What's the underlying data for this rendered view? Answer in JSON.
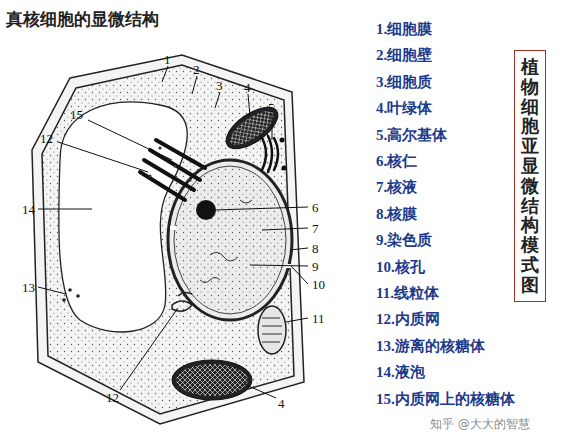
{
  "diagram": {
    "title": "真核细胞的显微结构",
    "nodes": [
      {
        "text": [
          "植物细胞亚显微结构模式图"
        ]
      }
    ],
    "labels": [
      "1",
      "2",
      "3",
      "4",
      "5",
      "15",
      "12",
      "14",
      "13",
      "6",
      "7",
      "8",
      "9",
      "10",
      "11",
      "12",
      "4",
      "1.细胞膜",
      "2.细胞壁",
      "3.细胞质",
      "4.叶绿体",
      "5.高尔基体",
      "6.核仁",
      "7.核液",
      "8.核膜",
      "9.染色质",
      "10.核孔",
      "11.线粒体",
      "12.内质网",
      "13.游离的核糖体",
      "14.液泡",
      "15.内质网上的核糖体",
      "知乎 @大大的智慧"
    ]
  }
}
